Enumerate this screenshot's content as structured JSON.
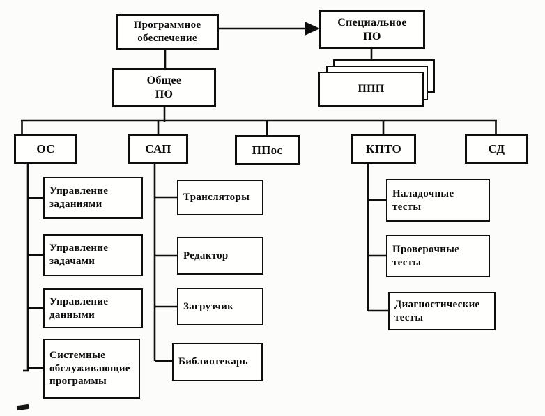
{
  "ink_color": "#0d0d0d",
  "background_color": "#fcfcfa",
  "diagram": {
    "type": "hierarchy",
    "language": "ru",
    "nodes": {
      "software": "Программное обеспечение",
      "special_po": "Специальное ПО",
      "general_po": "Общее ПО",
      "ppp": "ППП",
      "os": "ОС",
      "sap": "САП",
      "ppos": "ППос",
      "kpto": "КПТО",
      "sd": "СД",
      "os_children": [
        "Управление заданиями",
        "Управление задачами",
        "Управление данными",
        "Системные обслуживающие программы"
      ],
      "sap_children": [
        "Трансляторы",
        "Редактор",
        "Загрузчик",
        "Библиотекарь"
      ],
      "kpto_children": [
        "Наладочные тесты",
        "Проверочные тесты",
        "Диагностические тесты"
      ]
    },
    "edges": [
      "software -> special_po (arrow)",
      "software -> general_po",
      "special_po -> ppp",
      "general_po -> os",
      "general_po -> sap",
      "general_po -> ppos",
      "general_po -> kpto",
      "general_po -> sd",
      "os -> os_children",
      "sap -> sap_children",
      "kpto -> kpto_children"
    ]
  }
}
